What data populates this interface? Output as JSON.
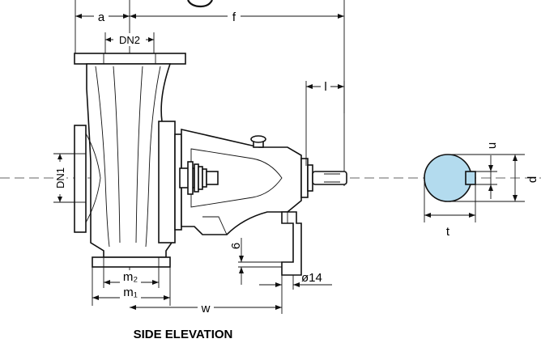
{
  "caption": "SIDE ELEVATION",
  "dimensions": {
    "a": "a",
    "f": "f",
    "dn2": "DN2",
    "dn1": "DN1",
    "l": "l",
    "u": "u",
    "d": "d",
    "t": "t",
    "six": "6",
    "dia14": "ø14",
    "m2": "m₂",
    "m1": "m₁",
    "w": "w"
  },
  "colors": {
    "shaft_fill": "#b3dbee",
    "line": "#111111"
  }
}
